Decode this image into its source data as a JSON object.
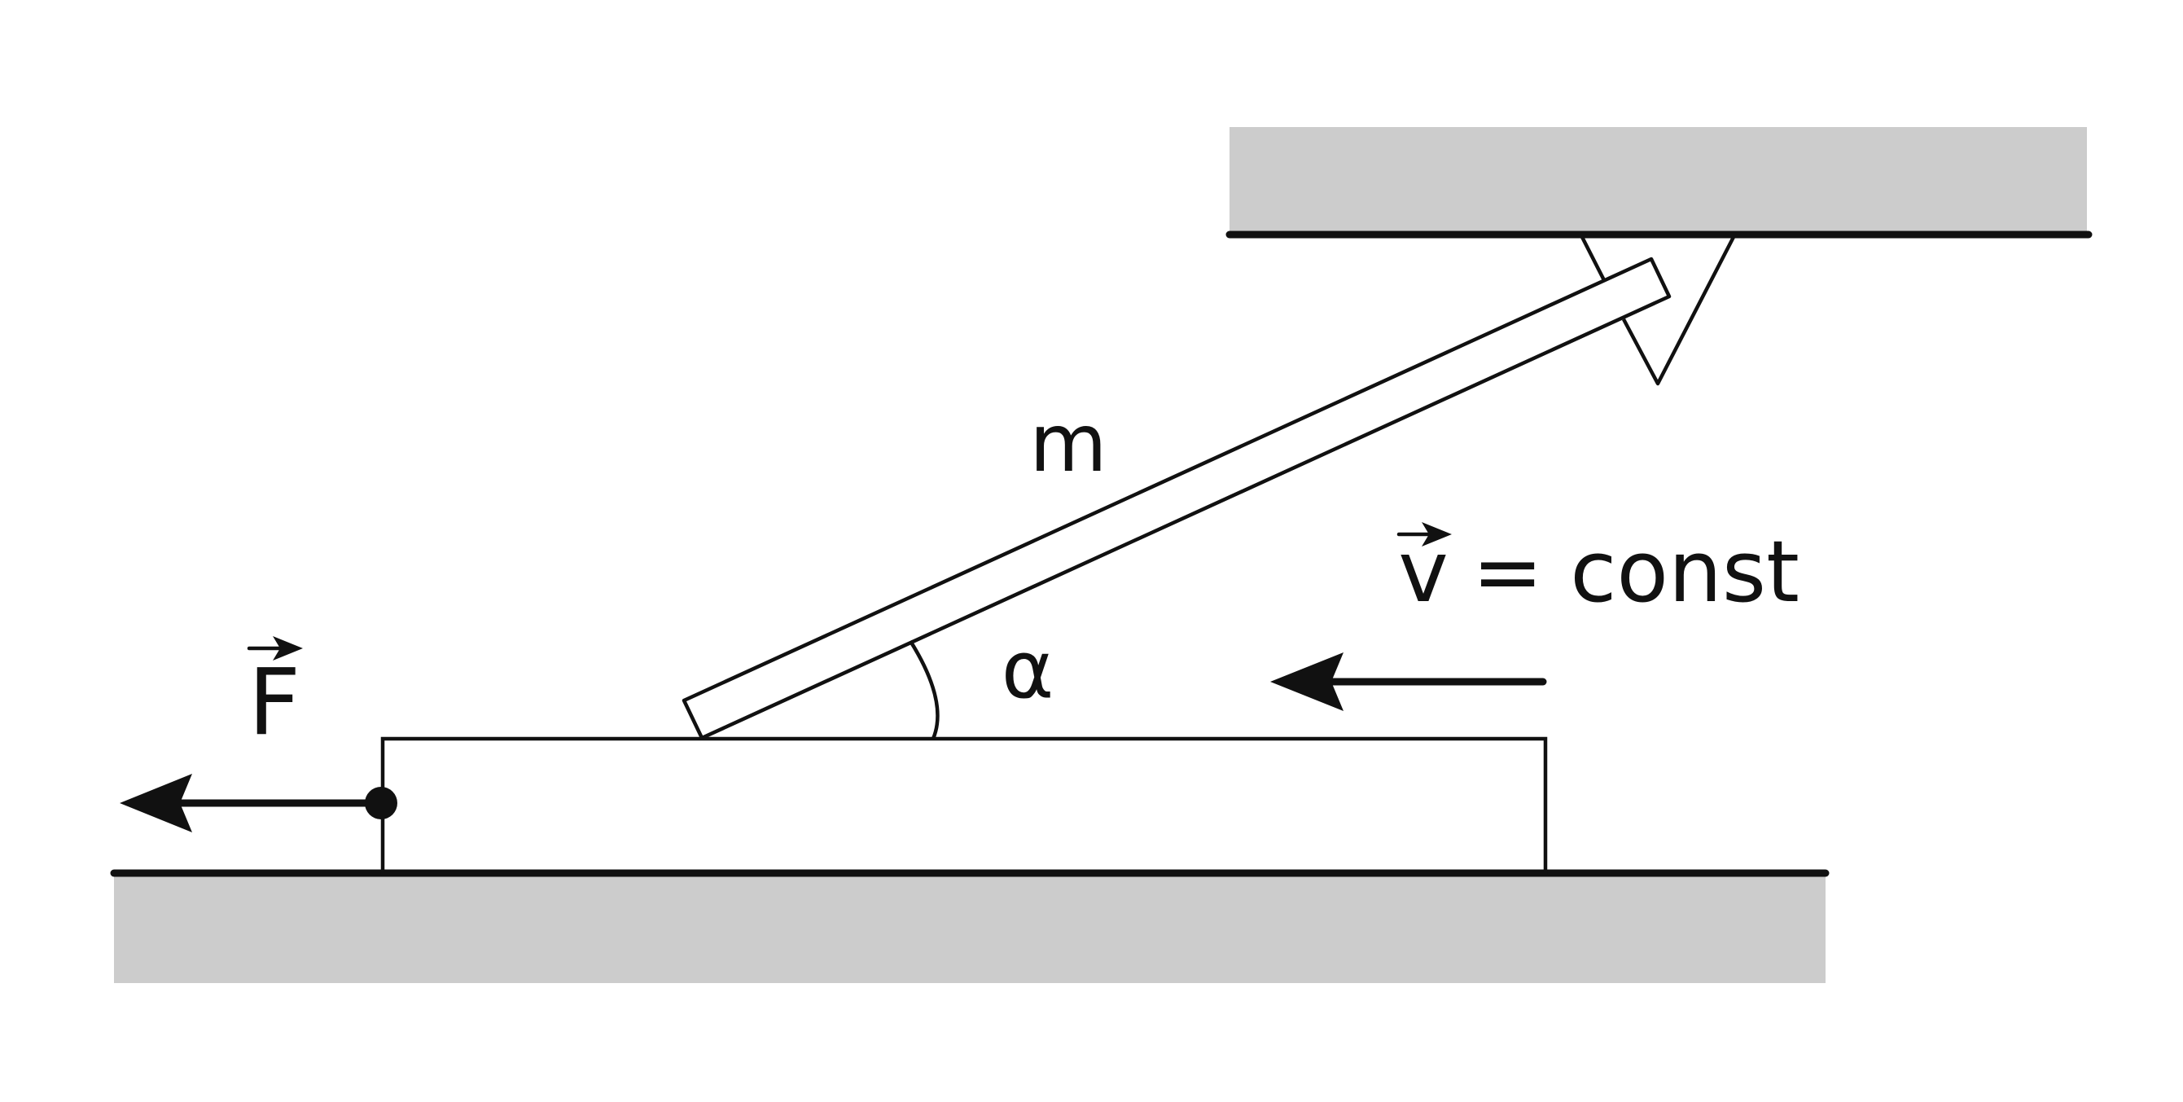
{
  "labels": {
    "mass": "m",
    "angle": "α",
    "force_symbol": "F",
    "velocity_symbol": "v",
    "velocity_relation": "= const"
  },
  "colors": {
    "line": "#111111",
    "surface_fill": "#cccccc",
    "background": "#ffffff"
  }
}
